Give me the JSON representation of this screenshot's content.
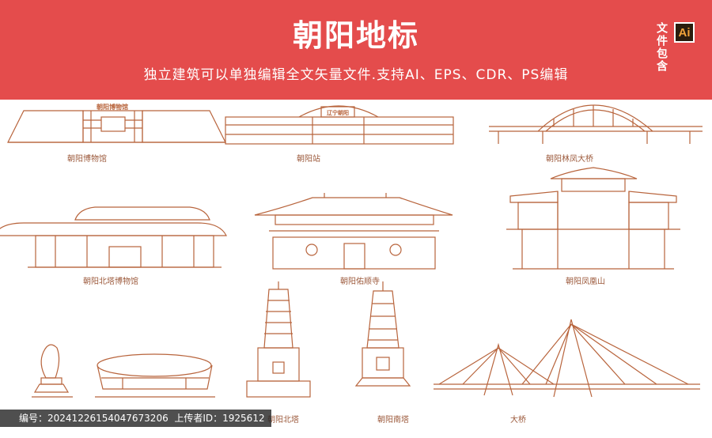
{
  "header": {
    "title": "朝阳地标",
    "subtitle": "独立建筑可以单独编辑全文矢量文件.支持AI、EPS、CDR、PS编辑",
    "badge_text": "文件包含",
    "ai_icon_label": "Ai"
  },
  "landmarks": [
    {
      "label": "朝阳博物馆",
      "sign": "朝阳博物馆"
    },
    {
      "label": "朝阳站",
      "sign": "辽宁朝阳"
    },
    {
      "label": "朝阳林凤大桥"
    },
    {
      "label": "朝阳北塔博物馆"
    },
    {
      "label": "朝阳佑顺寺"
    },
    {
      "label": "朝阳凤凰山"
    },
    {
      "label": "朝阳北塔"
    },
    {
      "label": "朝阳南塔"
    },
    {
      "label": "大桥"
    }
  ],
  "footer": {
    "id_label": "编号：",
    "id_value": "20241226154047673206",
    "uploader_label": "上传者ID：",
    "uploader_value": "1925612"
  },
  "colors": {
    "banner": "#e44c4c",
    "line": "#b8643c",
    "label": "#9c5a3c"
  }
}
